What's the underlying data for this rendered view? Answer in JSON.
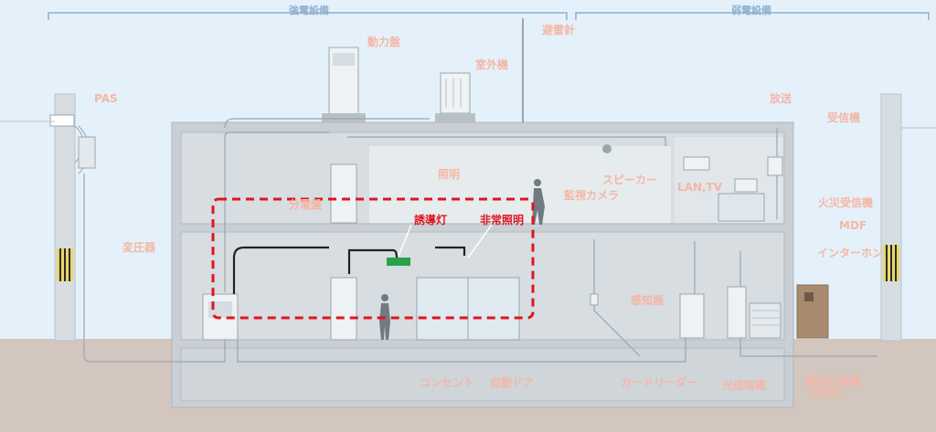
{
  "groups": {
    "strong": "強電設備",
    "weak": "弱電設備"
  },
  "labels": {
    "lightning_rod": "避雷針",
    "power_panel": "動力盤",
    "outdoor_unit": "室外機",
    "pas": "PAS",
    "lighting": "照明",
    "speaker": "スピーカー",
    "camera": "監視カメラ",
    "broadcast": "放送",
    "receiver": "受信機",
    "lan_tv": "LAN,TV",
    "distribution_panel": "分電盤",
    "fire_receiver": "火災受信機",
    "mdf": "MDF",
    "transformer": "変圧器",
    "intercom": "インターホン",
    "sensor": "感知器",
    "outlet": "コンセント",
    "auto_door": "自動ドア",
    "card_reader": "カードリーダー",
    "optical_terminal": "光成端箱",
    "pbx_line1": "電話交換機",
    "pbx_line2": "(PBX)"
  },
  "highlight": {
    "guide_light": "誘導灯",
    "emergency_light": "非常照明"
  },
  "colors": {
    "sky": "#e5f1fa",
    "ground": "#d2c6be",
    "building": "#c9cfd4",
    "label": "#f4b7a6",
    "group": "#8fb0cf",
    "highlight": "#e0141e",
    "exit_sign": "#27a24a"
  }
}
